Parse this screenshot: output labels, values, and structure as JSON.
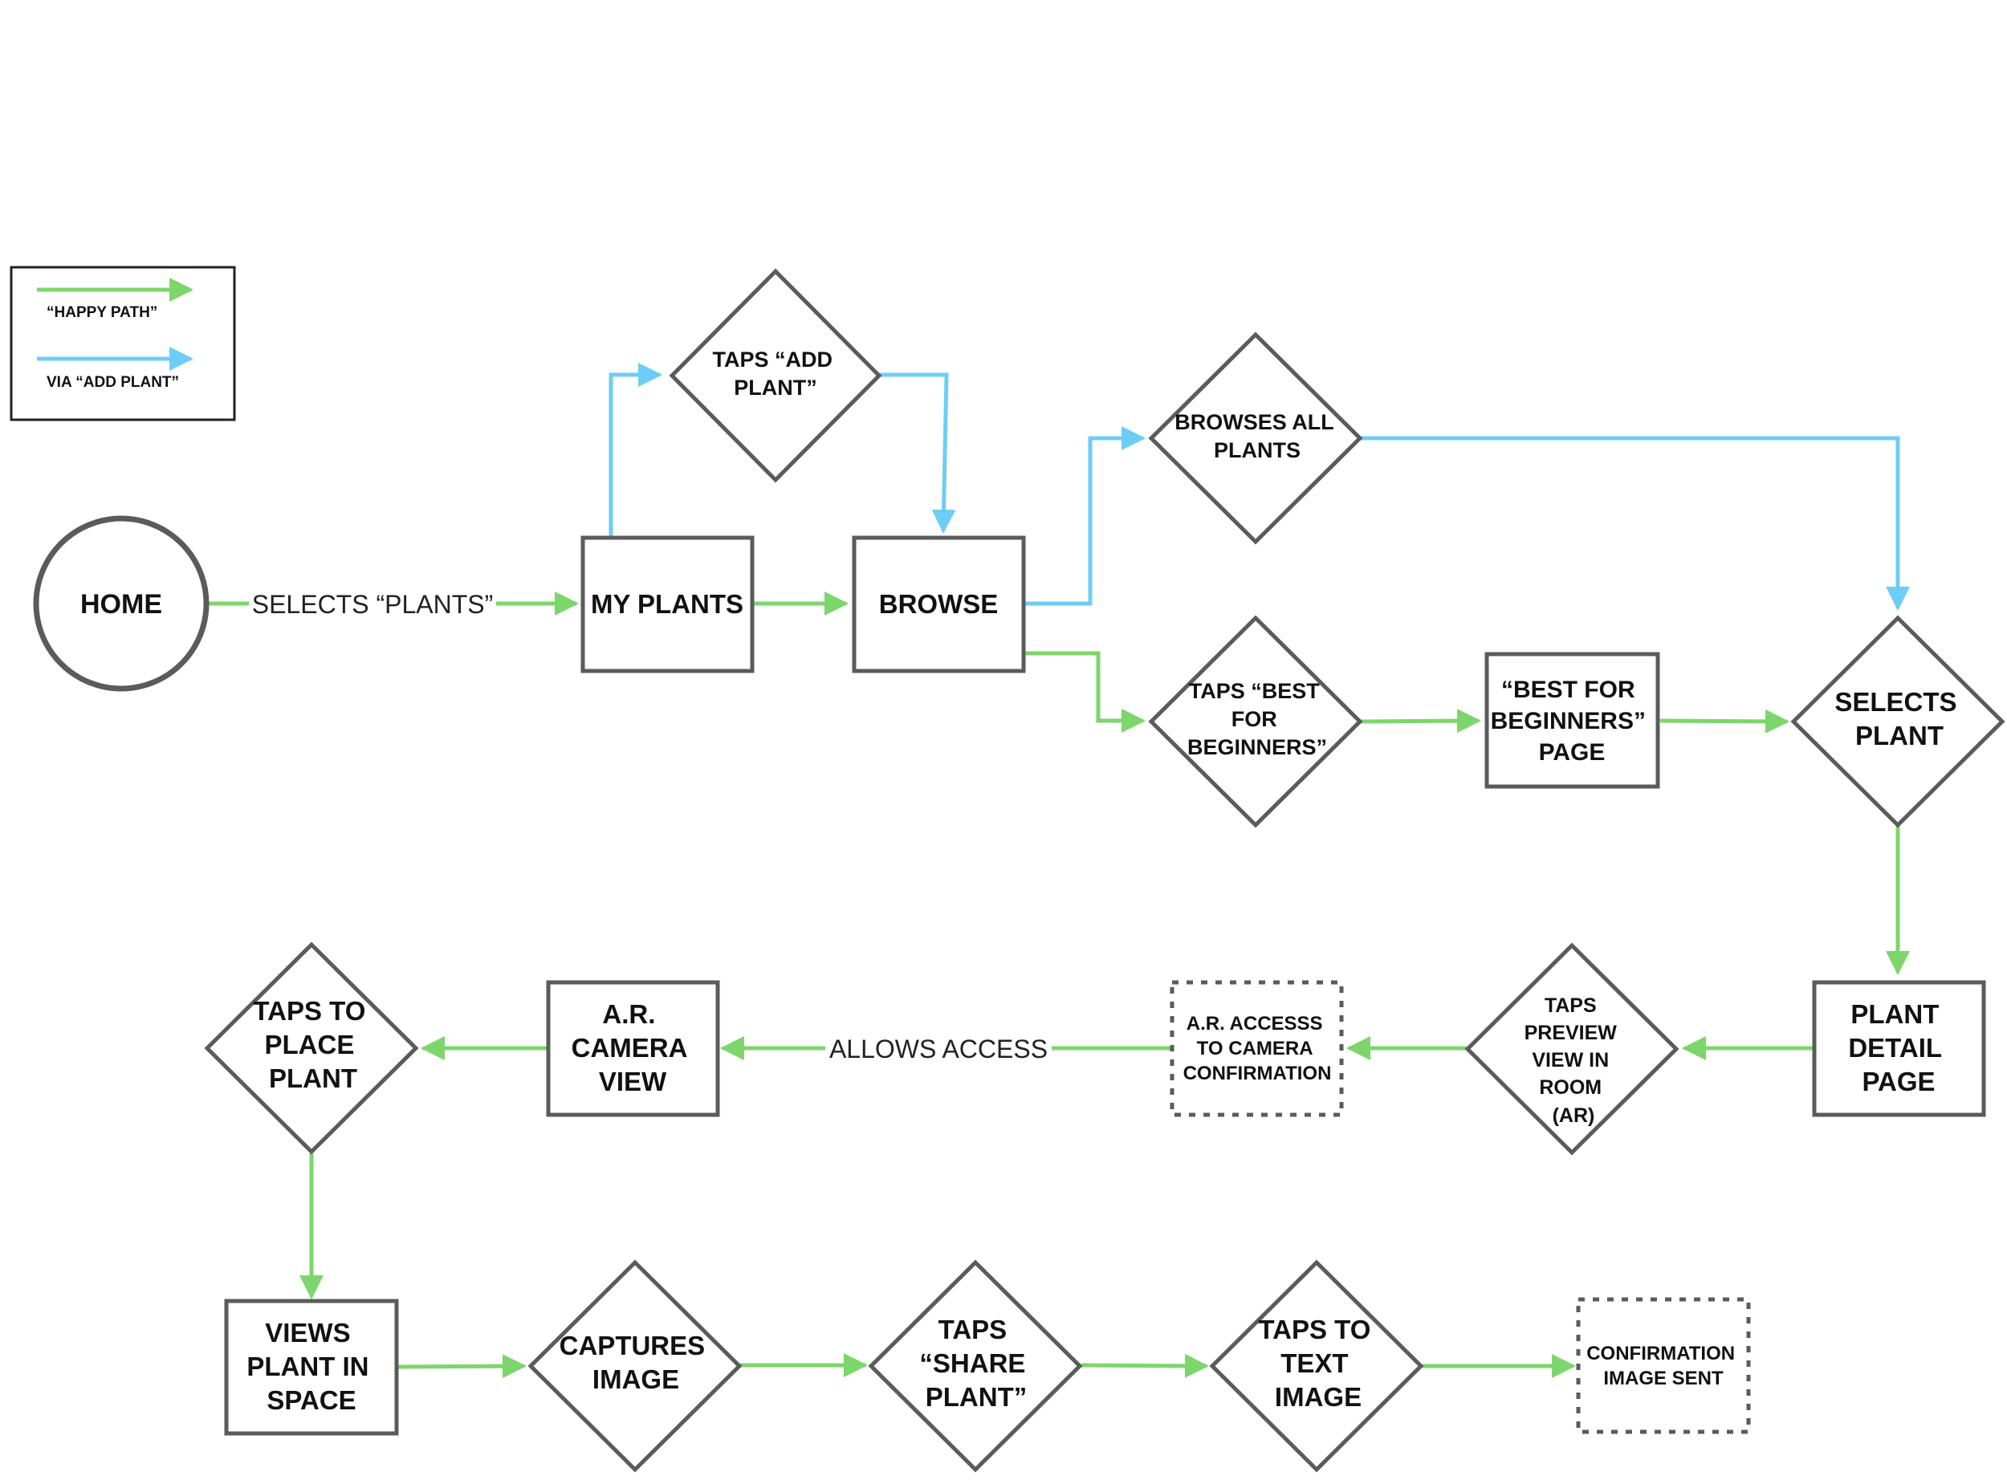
{
  "colors": {
    "happy_path": "#7dd66b",
    "add_plant": "#6ecdf6",
    "node_stroke": "#5b5b5b"
  },
  "legend": {
    "happy_path_label": "“HAPPY PATH”",
    "add_plant_label": "VIA “ADD PLANT”"
  },
  "nodes": {
    "home": {
      "shape": "circle",
      "lines": [
        "HOME"
      ]
    },
    "my_plants": {
      "shape": "rect",
      "lines": [
        "MY PLANTS"
      ]
    },
    "taps_add_plant": {
      "shape": "diamond",
      "lines": [
        "TAPS “ADD",
        "PLANT”"
      ]
    },
    "browse": {
      "shape": "rect",
      "lines": [
        "BROWSE"
      ]
    },
    "browses_all_plants": {
      "shape": "diamond",
      "lines": [
        "BROWSES ALL",
        "PLANTS"
      ]
    },
    "taps_best_for_beginners": {
      "shape": "diamond",
      "lines": [
        "TAPS “BEST",
        "FOR",
        "BEGINNERS”"
      ]
    },
    "best_for_beginners_page": {
      "shape": "rect",
      "lines": [
        "“BEST FOR",
        "BEGINNERS”",
        "PAGE"
      ]
    },
    "selects_plant": {
      "shape": "diamond",
      "lines": [
        "SELECTS",
        "PLANT"
      ]
    },
    "plant_detail_page": {
      "shape": "rect",
      "lines": [
        "PLANT",
        "DETAIL",
        "PAGE"
      ]
    },
    "taps_preview": {
      "shape": "diamond",
      "lines": [
        "TAPS",
        "PREVIEW",
        "VIEW IN",
        "ROOM",
        "(AR)"
      ]
    },
    "ar_access_confirmation": {
      "shape": "dashed-rect",
      "lines": [
        "A.R. ACCESSS",
        "TO CAMERA",
        "CONFIRMATION"
      ]
    },
    "ar_camera_view": {
      "shape": "rect",
      "lines": [
        "A.R.",
        "CAMERA",
        "VIEW"
      ]
    },
    "taps_to_place_plant": {
      "shape": "diamond",
      "lines": [
        "TAPS TO",
        "PLACE",
        "PLANT"
      ]
    },
    "views_plant_in_space": {
      "shape": "rect",
      "lines": [
        "VIEWS",
        "PLANT IN",
        "SPACE"
      ]
    },
    "captures_image": {
      "shape": "diamond",
      "lines": [
        "CAPTURES",
        "IMAGE"
      ]
    },
    "taps_share_plant": {
      "shape": "diamond",
      "lines": [
        "TAPS",
        "“SHARE",
        "PLANT”"
      ]
    },
    "taps_to_text_image": {
      "shape": "diamond",
      "lines": [
        "TAPS TO",
        "TEXT",
        "IMAGE"
      ]
    },
    "confirmation_image_sent": {
      "shape": "dashed-rect",
      "lines": [
        "CONFIRMATION",
        "IMAGE SENT"
      ]
    }
  },
  "edges": [
    {
      "from": "home",
      "to": "my_plants",
      "path": "happy_path",
      "label": "SELECTS “PLANTS”"
    },
    {
      "from": "my_plants",
      "to": "browse",
      "path": "happy_path"
    },
    {
      "from": "my_plants",
      "to": "taps_add_plant",
      "path": "add_plant"
    },
    {
      "from": "taps_add_plant",
      "to": "browse",
      "path": "add_plant"
    },
    {
      "from": "browse",
      "to": "browses_all_plants",
      "path": "add_plant"
    },
    {
      "from": "browses_all_plants",
      "to": "selects_plant",
      "path": "add_plant"
    },
    {
      "from": "browse",
      "to": "taps_best_for_beginners",
      "path": "happy_path"
    },
    {
      "from": "taps_best_for_beginners",
      "to": "best_for_beginners_page",
      "path": "happy_path"
    },
    {
      "from": "best_for_beginners_page",
      "to": "selects_plant",
      "path": "happy_path"
    },
    {
      "from": "selects_plant",
      "to": "plant_detail_page",
      "path": "happy_path"
    },
    {
      "from": "plant_detail_page",
      "to": "taps_preview",
      "path": "happy_path"
    },
    {
      "from": "taps_preview",
      "to": "ar_access_confirmation",
      "path": "happy_path"
    },
    {
      "from": "ar_access_confirmation",
      "to": "ar_camera_view",
      "path": "happy_path",
      "label": "ALLOWS ACCESS"
    },
    {
      "from": "ar_camera_view",
      "to": "taps_to_place_plant",
      "path": "happy_path"
    },
    {
      "from": "taps_to_place_plant",
      "to": "views_plant_in_space",
      "path": "happy_path"
    },
    {
      "from": "views_plant_in_space",
      "to": "captures_image",
      "path": "happy_path"
    },
    {
      "from": "captures_image",
      "to": "taps_share_plant",
      "path": "happy_path"
    },
    {
      "from": "taps_share_plant",
      "to": "taps_to_text_image",
      "path": "happy_path"
    },
    {
      "from": "taps_to_text_image",
      "to": "confirmation_image_sent",
      "path": "happy_path"
    }
  ]
}
